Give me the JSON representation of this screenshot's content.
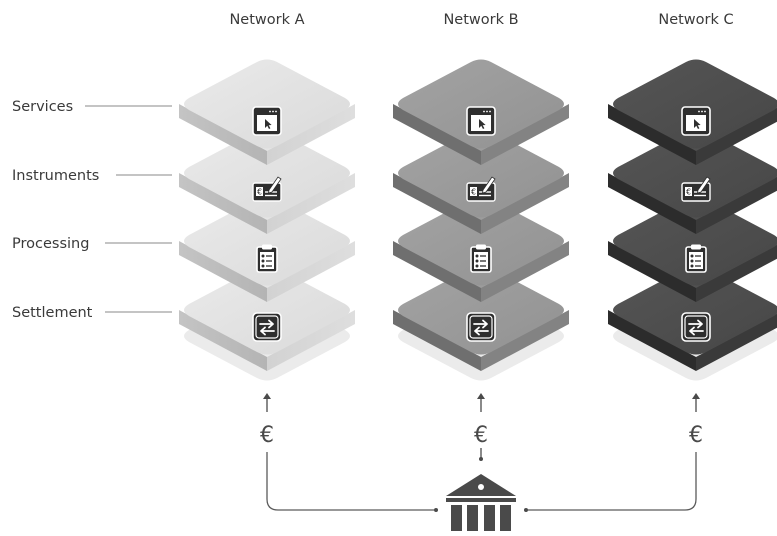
{
  "networks": [
    {
      "title": "Network A",
      "currency": "€",
      "shade": "light"
    },
    {
      "title": "Network B",
      "currency": "€",
      "shade": "mid"
    },
    {
      "title": "Network C",
      "currency": "€",
      "shade": "dark"
    }
  ],
  "layers": [
    {
      "label": "Services",
      "icon": "browser-window-icon"
    },
    {
      "label": "Instruments",
      "icon": "cheque-icon"
    },
    {
      "label": "Processing",
      "icon": "clipboard-checklist-icon"
    },
    {
      "label": "Settlement",
      "icon": "exchange-arrows-icon"
    }
  ],
  "central_icon": "bank-building-icon",
  "colors": {
    "light_top": "#e3e3e3",
    "light_left": "#bdbdbd",
    "light_right": "#cdcdcd",
    "mid_top": "#9b9b9b",
    "mid_left": "#6f6f6f",
    "mid_right": "#838383",
    "dark_top": "#4d4d4d",
    "dark_left": "#2c2c2c",
    "dark_right": "#3a3a3a",
    "shadow": "#ebebeb",
    "line": "#5a5a5a"
  }
}
